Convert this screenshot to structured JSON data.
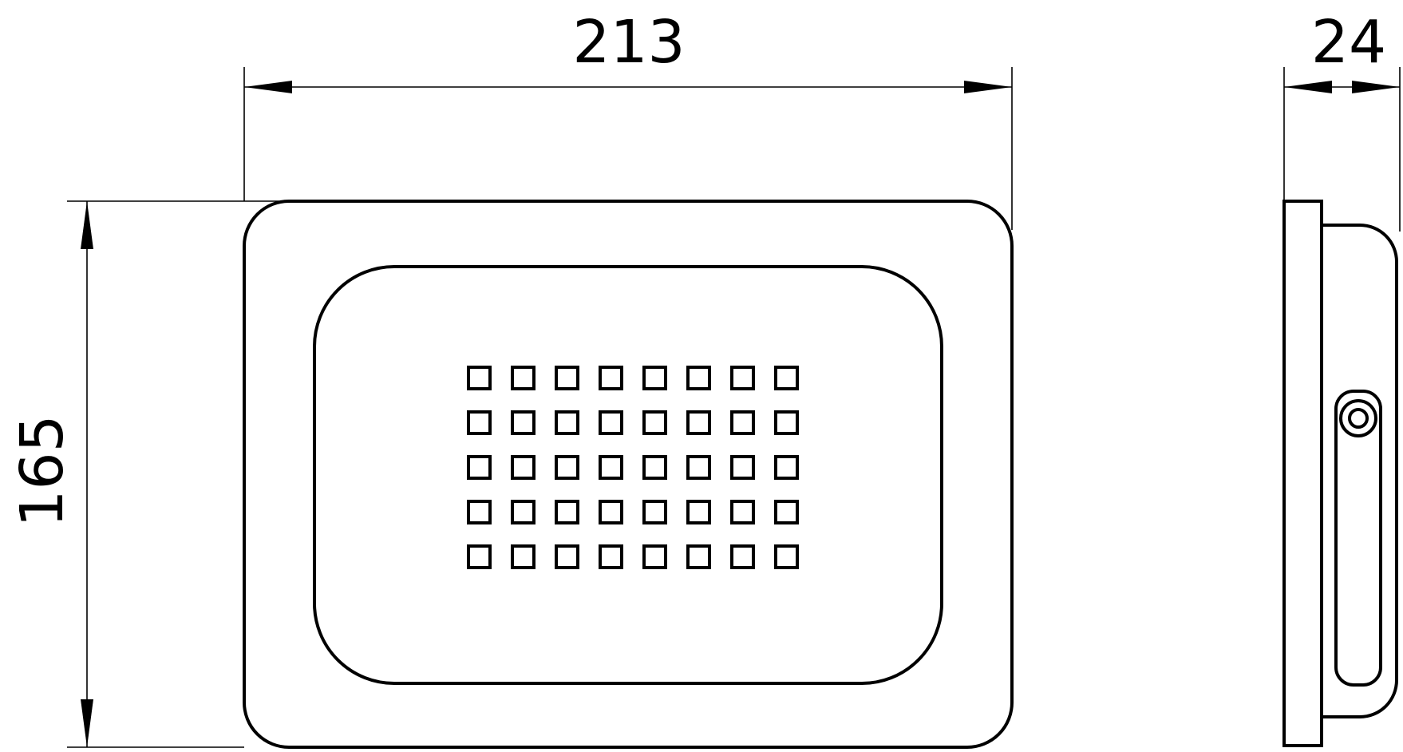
{
  "dimensions": {
    "width": "213",
    "height": "165",
    "depth": "24"
  },
  "led_grid": {
    "rows": 5,
    "columns": 8
  },
  "colors": {
    "line": "#000000",
    "background": "#ffffff"
  }
}
